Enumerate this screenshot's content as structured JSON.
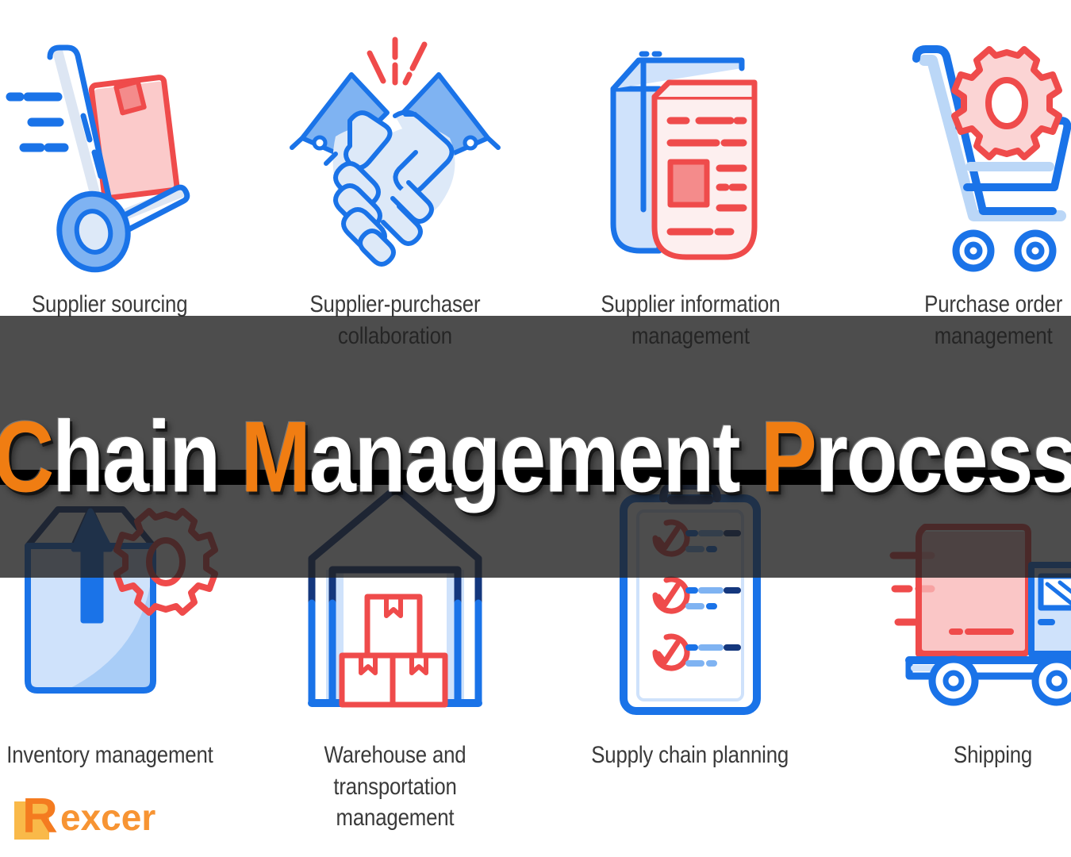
{
  "title": {
    "segments": [
      {
        "text": "C",
        "color_role": "accent"
      },
      {
        "text": "hain ",
        "color_role": "plain"
      },
      {
        "text": "M",
        "color_role": "accent"
      },
      {
        "text": "anagement ",
        "color_role": "plain"
      },
      {
        "text": "P",
        "color_role": "accent"
      },
      {
        "text": "rocess",
        "color_role": "plain"
      }
    ],
    "full_text": "Chain Management Process"
  },
  "logo": {
    "mark_letter": "R",
    "text": "excer",
    "full_name": "Rexcer"
  },
  "colors": {
    "accent_orange": "#F07D12",
    "title_white": "#FFFFFF",
    "overlay": "rgba(32,32,32,0.80)",
    "stripe_black": "#000000",
    "icon_blue": "#1A73E8",
    "icon_blue_dark": "#14377D",
    "icon_blue_light": "#CFE2FB",
    "icon_blue_mid": "#7FB3F2",
    "icon_red": "#EF4B4B",
    "icon_red_light": "#F9B8B8",
    "label_gray": "#3A3A3A",
    "logo_orange": "#F47B20",
    "logo_yellow": "#F9B949"
  },
  "cells": [
    {
      "id": "supplier-sourcing",
      "label": "Supplier sourcing",
      "icon": "hand-truck-icon",
      "row": 1,
      "col": 1
    },
    {
      "id": "supplier-purchaser",
      "label": "Supplier-purchaser\ncollaboration",
      "icon": "handshake-icon",
      "row": 1,
      "col": 2
    },
    {
      "id": "supplier-information",
      "label": "Supplier information\nmanagement",
      "icon": "document-stack-icon",
      "row": 1,
      "col": 3
    },
    {
      "id": "purchase-order",
      "label": "Purchase order\nmanagement",
      "icon": "shopping-cart-gear-icon",
      "row": 1,
      "col": 4
    },
    {
      "id": "inventory-management",
      "label": "Inventory management",
      "icon": "open-box-gear-icon",
      "row": 2,
      "col": 1
    },
    {
      "id": "warehouse-transportation",
      "label": "Warehouse and\ntransportation management",
      "icon": "warehouse-boxes-icon",
      "row": 2,
      "col": 2
    },
    {
      "id": "supply-chain-planning",
      "label": "Supply chain planning",
      "icon": "clipboard-checklist-icon",
      "row": 2,
      "col": 3
    },
    {
      "id": "shipping",
      "label": "Shipping",
      "icon": "delivery-truck-icon",
      "row": 2,
      "col": 4
    }
  ]
}
